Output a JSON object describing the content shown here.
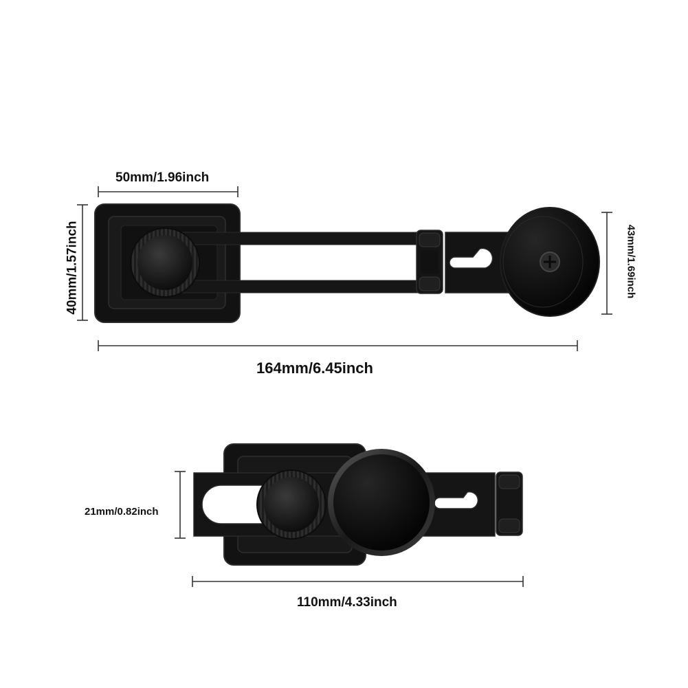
{
  "dimensions": {
    "extended": {
      "width_top": "50mm/1.96inch",
      "height_left": "40mm/1.57inch",
      "height_right": "43mm/1.69inch",
      "length_total": "164mm/6.45inch"
    },
    "folded": {
      "height_left": "21mm/0.82inch",
      "length_total": "110mm/4.33inch"
    }
  },
  "colors": {
    "product": "#141414",
    "product_edge": "#2c2c2c",
    "dimension_line": "#333333",
    "background": "#ffffff"
  }
}
